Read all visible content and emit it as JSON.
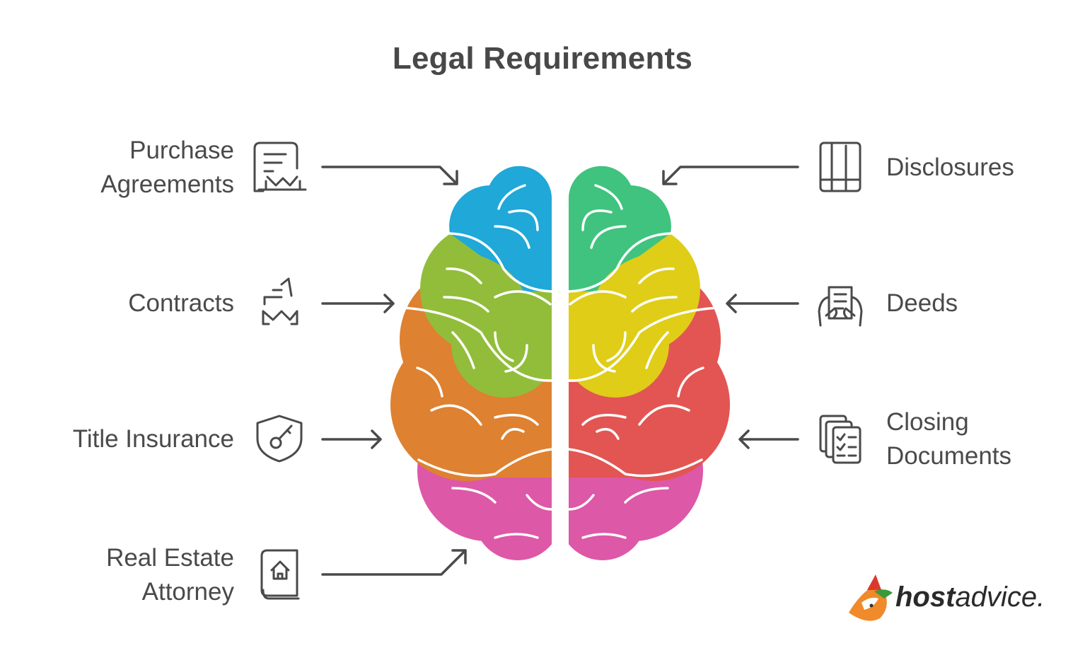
{
  "title": "Legal Requirements",
  "colors": {
    "blue": "#1fa8d8",
    "green_top": "#3fc37f",
    "lime": "#92bd3a",
    "yellow": "#dfcd18",
    "orange": "#de8130",
    "red": "#e25553",
    "pink": "#dd58a7",
    "text": "#4a4a4a",
    "icon": "#4a4a4a"
  },
  "left_items": [
    {
      "lines": [
        "Purchase",
        "Agreements"
      ],
      "icon": "document-handshake-icon"
    },
    {
      "lines": [
        "Contracts"
      ],
      "icon": "contract-handshake-icon"
    },
    {
      "lines": [
        "Title Insurance"
      ],
      "icon": "shield-key-icon"
    },
    {
      "lines": [
        "Real Estate",
        "Attorney"
      ],
      "icon": "house-book-icon"
    }
  ],
  "right_items": [
    {
      "lines": [
        "Disclosures"
      ],
      "icon": "book-pages-icon"
    },
    {
      "lines": [
        "Deeds"
      ],
      "icon": "hands-document-icon"
    },
    {
      "lines": [
        "Closing",
        "Documents"
      ],
      "icon": "checklist-documents-icon"
    }
  ],
  "logo": {
    "bold": "host",
    "rest": "advice."
  }
}
